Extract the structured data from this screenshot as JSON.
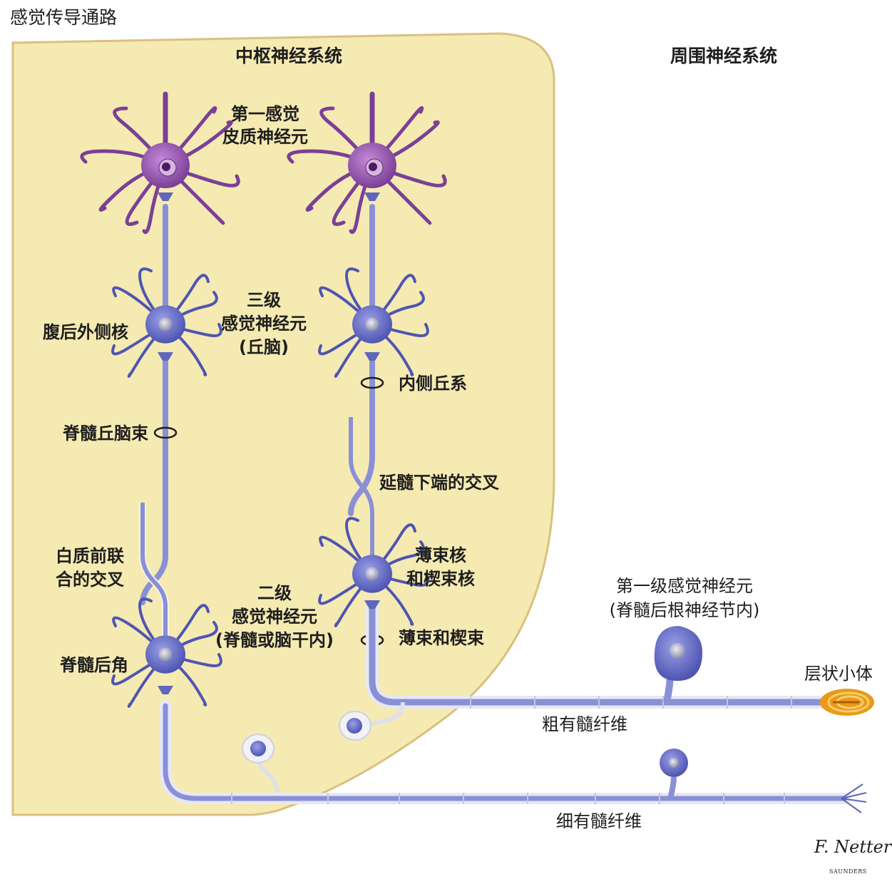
{
  "diagram": {
    "title": "感觉传导通路",
    "regions": {
      "central": "中枢神经系统",
      "peripheral": "周围神经系统"
    },
    "labels": {
      "first_cortical": [
        "第一感觉",
        "皮质神经元"
      ],
      "third_order": [
        "三级",
        "感觉神经元",
        "(丘脑)"
      ],
      "vpl_nucleus": "腹后外侧核",
      "medial_lemniscus": "内侧丘系",
      "spinothalamic": "脊髓丘脑束",
      "medullary_decussation": "延髓下端的交叉",
      "white_commissure": [
        "白质前联",
        "合的交叉"
      ],
      "gracile_cuneate_nuclei": [
        "薄束核",
        "和楔束核"
      ],
      "second_order": [
        "二级",
        "感觉神经元",
        "(脊髓或脑干内)"
      ],
      "first_order": [
        "第一级感觉神经元",
        "(脊髓后根神经节内)"
      ],
      "gracile_cuneate_tract": "薄束和楔束",
      "dorsal_horn": "脊髓后角",
      "pacinian": "层状小体",
      "thick_fiber": "粗有髓纤维",
      "thin_fiber": "细有髓纤维"
    },
    "signature": "F. Netter",
    "publisher": "SAUNDERS",
    "colors": {
      "cns_fill": "#f5eab2",
      "cns_edge": "#d9c17e",
      "cortical_neuron": "#7b3f96",
      "neuron": "#4e55b2",
      "axon": "#8a90d6",
      "axon_dark": "#5f66bb",
      "sheath": "#e7e8f5",
      "pacinian_outer": "#e99a19",
      "pacinian_inner": "#f6cf6c"
    }
  }
}
